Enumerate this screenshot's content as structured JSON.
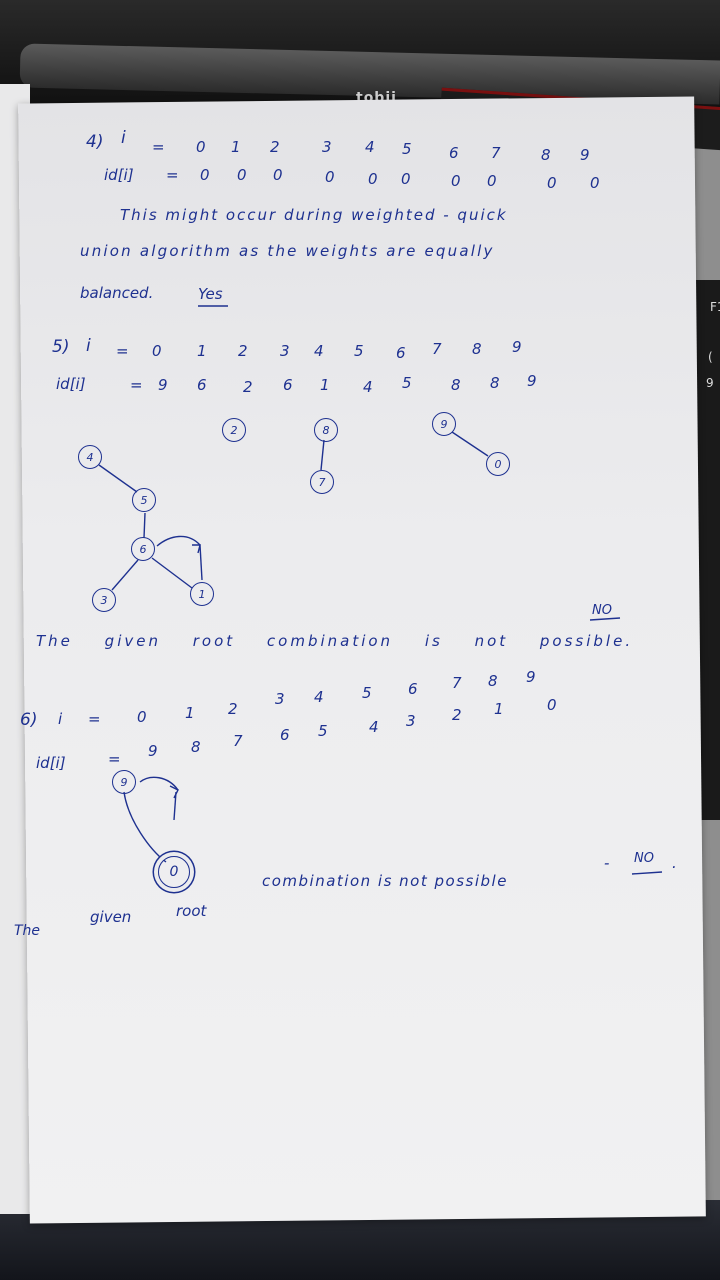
{
  "background": {
    "laptop_logo": "tobii",
    "key_labels": [
      "F1",
      "(",
      "9"
    ]
  },
  "q4": {
    "label": "4)",
    "i_label": "i",
    "i_values": [
      "0",
      "1",
      "2",
      "3",
      "4",
      "5",
      "6",
      "7",
      "8",
      "9"
    ],
    "id_label": "id[i]",
    "id_values": [
      "0",
      "0",
      "0",
      "0",
      "0",
      "0",
      "0",
      "0",
      "0",
      "0"
    ],
    "note_line1": "This might occur during weighted - quick",
    "note_line2": "union algorithm as the weights are equally",
    "note_line3": "balanced.",
    "answer": "Yes"
  },
  "q5": {
    "label": "5)",
    "i_label": "i",
    "i_values": [
      "0",
      "1",
      "2",
      "3",
      "4",
      "5",
      "6",
      "7",
      "8",
      "9"
    ],
    "id_label": "id[i]",
    "id_values": [
      "9",
      "6",
      "2",
      "6",
      "1",
      "4",
      "5",
      "8",
      "8",
      "9"
    ],
    "nodes": [
      "2",
      "8",
      "7",
      "9",
      "0",
      "4",
      "5",
      "6",
      "3",
      "1"
    ],
    "conclusion": "The given root combination is not possible.",
    "answer": "NO"
  },
  "q6": {
    "label": "6)",
    "i_label": "i",
    "i_values": [
      "0",
      "1",
      "2",
      "3",
      "4",
      "5",
      "6",
      "7",
      "8",
      "9"
    ],
    "id_label": "id[i]",
    "id_values": [
      "9",
      "8",
      "7",
      "6",
      "5",
      "4",
      "3",
      "2",
      "1",
      "0"
    ],
    "nodes": [
      "9",
      "0"
    ],
    "conclusion_part1": "The given root",
    "conclusion_part2": "combination is not possible",
    "answer": "NO"
  }
}
